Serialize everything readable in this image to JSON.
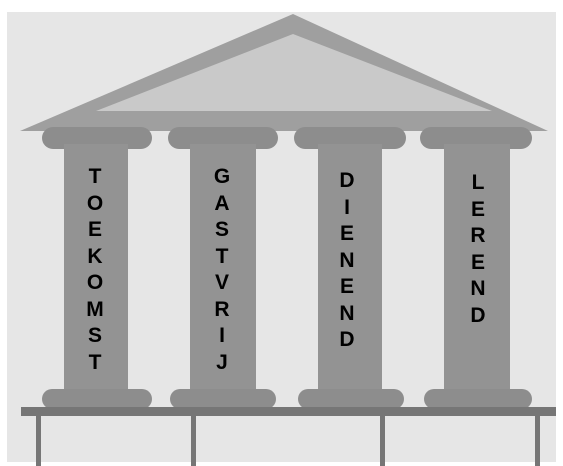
{
  "colors": {
    "background": "#e6e6e6",
    "roof_light": "#c4c4c4",
    "roof_dark": "#9f9f9f",
    "pillar": "#939393",
    "platform": "#767676",
    "text": "#000000"
  },
  "pillars": [
    {
      "label": "TOEKOMST"
    },
    {
      "label": "GASTVRIJ"
    },
    {
      "label": "DIENEND"
    },
    {
      "label": "LEREND"
    }
  ]
}
